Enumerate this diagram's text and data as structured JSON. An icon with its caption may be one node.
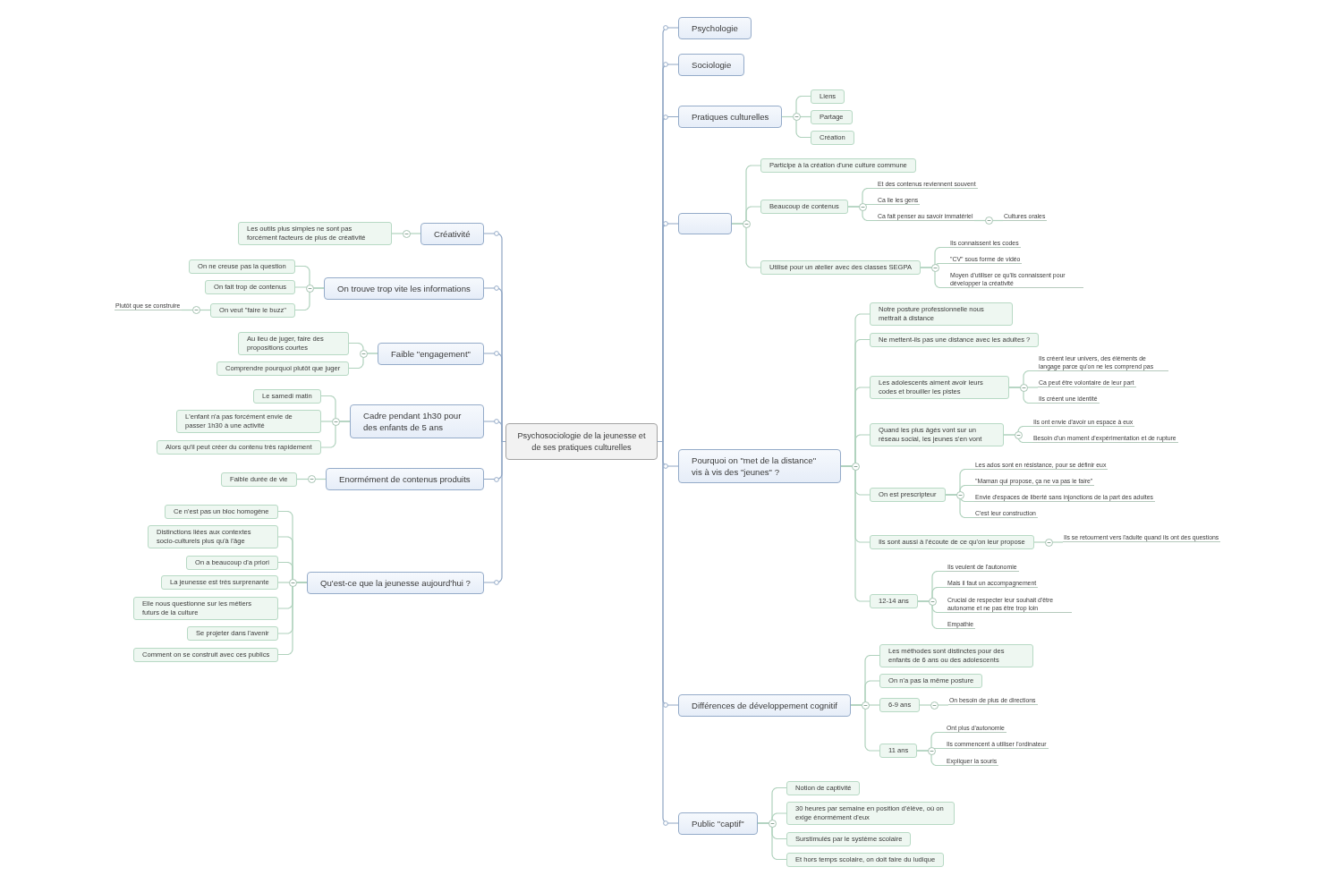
{
  "diagram": {
    "nodes": [
      {
        "text": [
          "Psychosociologie de la jeunesse et de ses pratiques culturelles"
        ]
      },
      {
        "text": [
          "Créativité"
        ]
      },
      {
        "text": [
          "Les outils plus simples ne sont pas forcément facteurs de plus de créativité"
        ]
      },
      {
        "text": [
          "On trouve trop vite les informations"
        ]
      },
      {
        "text": [
          "On ne creuse pas la question"
        ]
      },
      {
        "text": [
          "On fait trop de contenus"
        ]
      },
      {
        "text": [
          "On veut \"faire le buzz\""
        ]
      },
      {
        "text": [
          "Plutôt que se construire"
        ]
      },
      {
        "text": [
          "Faible \"engagement\""
        ]
      },
      {
        "text": [
          "Au lieu de juger, faire des propositions courtes"
        ]
      },
      {
        "text": [
          "Comprendre pourquoi plutôt que juger"
        ]
      },
      {
        "text": [
          "Cadre pendant 1h30 pour des enfants de 5 ans"
        ]
      },
      {
        "text": [
          "Le samedi matin"
        ]
      },
      {
        "text": [
          "L'enfant n'a pas forcément envie de passer 1h30 à une activité"
        ]
      },
      {
        "text": [
          "Alors qu'il peut créer du contenu très rapidement"
        ]
      },
      {
        "text": [
          "Enormément de contenus produits"
        ]
      },
      {
        "text": [
          "Faible durée de vie"
        ]
      },
      {
        "text": [
          "Qu'est-ce que la jeunesse aujourd'hui ?"
        ]
      },
      {
        "text": [
          "Ce n'est pas un bloc homogène"
        ]
      },
      {
        "text": [
          "Distinctions liées aux contextes socio-culturels plus qu'à l'âge"
        ]
      },
      {
        "text": [
          "On a beaucoup d'a priori"
        ]
      },
      {
        "text": [
          "La jeunesse est très surprenante"
        ]
      },
      {
        "text": [
          "Elle nous questionne sur les métiers futurs de la culture"
        ]
      },
      {
        "text": [
          "Se projeter dans l'avenir"
        ]
      },
      {
        "text": [
          "Comment on se construit avec ces publics"
        ]
      },
      {
        "text": [
          "Psychologie"
        ]
      },
      {
        "text": [
          "Sociologie"
        ]
      },
      {
        "text": [
          "Pratiques culturelles"
        ]
      },
      {
        "text": [
          "Liens"
        ]
      },
      {
        "text": [
          "Partage"
        ]
      },
      {
        "text": [
          "Création"
        ]
      },
      {
        "text": [],
        "shape": "box"
      },
      {
        "text": [
          "Participe à la création d'une culture commune"
        ]
      },
      {
        "text": [
          "Beaucoup de contenus"
        ]
      },
      {
        "text": [
          "Et des contenus reviennent souvent"
        ]
      },
      {
        "text": [
          "Ca lie les gens"
        ]
      },
      {
        "text": [
          "Ca fait penser au savoir immatériel"
        ]
      },
      {
        "text": [
          "Cultures orales"
        ]
      },
      {
        "text": [
          "Utilisé pour un atelier avec des classes SEGPA"
        ]
      },
      {
        "text": [
          "Ils connaissent les codes"
        ]
      },
      {
        "text": [
          "\"CV\" sous forme de vidéo"
        ]
      },
      {
        "text": [
          "Moyen d'utiliser ce qu'ils connaissent pour développer la créativité"
        ]
      },
      {
        "text": [
          "Pourquoi on \"met de la distance\" vis à vis des \"jeunes\" ?"
        ]
      },
      {
        "text": [
          "Notre posture professionnelle nous mettrait à distance"
        ]
      },
      {
        "text": [
          "Ne mettent-ils pas une distance avec les adultes ?"
        ]
      },
      {
        "text": [
          "Les adolescents aiment avoir leurs codes et brouiller les pistes"
        ]
      },
      {
        "text": [
          "Ils créent leur univers, des éléments de langage parce qu'on ne les comprend pas"
        ]
      },
      {
        "text": [
          "Ca peut être volontaire de leur part"
        ]
      },
      {
        "text": [
          "Ils créent une identité"
        ]
      },
      {
        "text": [
          "Quand les plus âgés vont sur un réseau social, les jeunes s'en vont"
        ]
      },
      {
        "text": [
          "Ils ont envie d'avoir un espace à eux"
        ]
      },
      {
        "text": [
          "Besoin d'un moment d'expérimentation et de rupture"
        ]
      },
      {
        "text": [
          "On est prescripteur"
        ]
      },
      {
        "text": [
          "Les ados sont en résistance, pour se définir eux"
        ]
      },
      {
        "text": [
          "\"Maman qui propose, ça ne va pas le faire\""
        ]
      },
      {
        "text": [
          "Envie d'espaces de liberté sans injonctions de la part des adultes"
        ]
      },
      {
        "text": [
          "C'est leur construction"
        ]
      },
      {
        "text": [
          "Ils sont aussi à l'écoute de ce qu'on leur propose"
        ]
      },
      {
        "text": [
          "Ils se retournent vers l'adulte quand ils ont des questions"
        ]
      },
      {
        "text": [
          "12-14 ans"
        ]
      },
      {
        "text": [
          "Ils veulent de l'autonomie"
        ]
      },
      {
        "text": [
          "Mais il faut un accompagnement"
        ]
      },
      {
        "text": [
          "Crucial de respecter leur souhait d'être autonome et ne pas être trop loin"
        ]
      },
      {
        "text": [
          "Empathie"
        ]
      },
      {
        "text": [
          "Différences de développement cognitif"
        ]
      },
      {
        "text": [
          "Les méthodes sont distinctes pour des enfants de 6 ans ou des adolescents"
        ]
      },
      {
        "text": [
          "On n'a pas la même posture"
        ]
      },
      {
        "text": [
          "6-9 ans"
        ]
      },
      {
        "text": [
          "On besoin de plus de directions"
        ]
      },
      {
        "text": [
          "11 ans"
        ]
      },
      {
        "text": [
          "Ont plus d'autonomie"
        ]
      },
      {
        "text": [
          "Ils commencent à utiliser l'ordinateur"
        ]
      },
      {
        "text": [
          "Expliquer la souris"
        ]
      },
      {
        "text": [
          "Public \"captif\""
        ]
      },
      {
        "text": [
          "Notion de captivité"
        ]
      },
      {
        "text": [
          "30 heures par semaine en position d'élève, où on exige énormément d'eux"
        ]
      },
      {
        "text": [
          "Surstimulés par le système scolaire"
        ]
      },
      {
        "text": [
          "Et hors temps scolaire, on doit faire du ludique"
        ]
      }
    ],
    "edges": [
      {
        "from": 0,
        "to": 1,
        "arrow": "none",
        "color": "#8fa6c4"
      },
      {
        "from": 0,
        "to": 3,
        "arrow": "none",
        "color": "#8fa6c4"
      },
      {
        "from": 0,
        "to": 8,
        "arrow": "none",
        "color": "#8fa6c4"
      },
      {
        "from": 0,
        "to": 11,
        "arrow": "none",
        "color": "#8fa6c4"
      },
      {
        "from": 0,
        "to": 15,
        "arrow": "none",
        "color": "#8fa6c4"
      },
      {
        "from": 0,
        "to": 17,
        "arrow": "none",
        "color": "#8fa6c4"
      },
      {
        "from": 0,
        "to": 25,
        "arrow": "none",
        "color": "#8fa6c4"
      },
      {
        "from": 0,
        "to": 26,
        "arrow": "none",
        "color": "#8fa6c4"
      },
      {
        "from": 0,
        "to": 27,
        "arrow": "none",
        "color": "#8fa6c4"
      },
      {
        "from": 0,
        "to": 31,
        "arrow": "none",
        "color": "#8fa6c4"
      },
      {
        "from": 0,
        "to": 42,
        "arrow": "none",
        "color": "#8fa6c4"
      },
      {
        "from": 0,
        "to": 64,
        "arrow": "none",
        "color": "#8fa6c4"
      },
      {
        "from": 0,
        "to": 73,
        "arrow": "none",
        "color": "#8fa6c4"
      },
      {
        "from": 1,
        "to": 2,
        "arrow": "none"
      },
      {
        "from": 3,
        "to": 4,
        "arrow": "none"
      },
      {
        "from": 3,
        "to": 5,
        "arrow": "none"
      },
      {
        "from": 3,
        "to": 6,
        "arrow": "none"
      },
      {
        "from": 6,
        "to": 7,
        "arrow": "none"
      },
      {
        "from": 8,
        "to": 9,
        "arrow": "none"
      },
      {
        "from": 8,
        "to": 10,
        "arrow": "none"
      },
      {
        "from": 11,
        "to": 12,
        "arrow": "none"
      },
      {
        "from": 11,
        "to": 13,
        "arrow": "none"
      },
      {
        "from": 11,
        "to": 14,
        "arrow": "none"
      },
      {
        "from": 15,
        "to": 16,
        "arrow": "none"
      },
      {
        "from": 17,
        "to": 18,
        "arrow": "none"
      },
      {
        "from": 17,
        "to": 19,
        "arrow": "none"
      },
      {
        "from": 17,
        "to": 20,
        "arrow": "none"
      },
      {
        "from": 17,
        "to": 21,
        "arrow": "none"
      },
      {
        "from": 17,
        "to": 22,
        "arrow": "none"
      },
      {
        "from": 17,
        "to": 23,
        "arrow": "none"
      },
      {
        "from": 17,
        "to": 24,
        "arrow": "none"
      },
      {
        "from": 27,
        "to": 28,
        "arrow": "none"
      },
      {
        "from": 27,
        "to": 29,
        "arrow": "none"
      },
      {
        "from": 27,
        "to": 30,
        "arrow": "none"
      },
      {
        "from": 31,
        "to": 32,
        "arrow": "none"
      },
      {
        "from": 31,
        "to": 33,
        "arrow": "none"
      },
      {
        "from": 31,
        "to": 38,
        "arrow": "none"
      },
      {
        "from": 33,
        "to": 34,
        "arrow": "none"
      },
      {
        "from": 33,
        "to": 35,
        "arrow": "none"
      },
      {
        "from": 33,
        "to": 36,
        "arrow": "none"
      },
      {
        "from": 36,
        "to": 37,
        "arrow": "none"
      },
      {
        "from": 38,
        "to": 39,
        "arrow": "none"
      },
      {
        "from": 38,
        "to": 40,
        "arrow": "none"
      },
      {
        "from": 38,
        "to": 41,
        "arrow": "none"
      },
      {
        "from": 42,
        "to": 43,
        "arrow": "none"
      },
      {
        "from": 42,
        "to": 44,
        "arrow": "none"
      },
      {
        "from": 42,
        "to": 45,
        "arrow": "none"
      },
      {
        "from": 42,
        "to": 49,
        "arrow": "none"
      },
      {
        "from": 42,
        "to": 52,
        "arrow": "none"
      },
      {
        "from": 42,
        "to": 57,
        "arrow": "none"
      },
      {
        "from": 42,
        "to": 59,
        "arrow": "none"
      },
      {
        "from": 45,
        "to": 46,
        "arrow": "none"
      },
      {
        "from": 45,
        "to": 47,
        "arrow": "none"
      },
      {
        "from": 45,
        "to": 48,
        "arrow": "none"
      },
      {
        "from": 49,
        "to": 50,
        "arrow": "none"
      },
      {
        "from": 49,
        "to": 51,
        "arrow": "none"
      },
      {
        "from": 52,
        "to": 53,
        "arrow": "none"
      },
      {
        "from": 52,
        "to": 54,
        "arrow": "none"
      },
      {
        "from": 52,
        "to": 55,
        "arrow": "none"
      },
      {
        "from": 52,
        "to": 56,
        "arrow": "none"
      },
      {
        "from": 57,
        "to": 58,
        "arrow": "none"
      },
      {
        "from": 59,
        "to": 60,
        "arrow": "none"
      },
      {
        "from": 59,
        "to": 61,
        "arrow": "none"
      },
      {
        "from": 59,
        "to": 62,
        "arrow": "none"
      },
      {
        "from": 59,
        "to": 63,
        "arrow": "none"
      },
      {
        "from": 64,
        "to": 65,
        "arrow": "none"
      },
      {
        "from": 64,
        "to": 66,
        "arrow": "none"
      },
      {
        "from": 64,
        "to": 67,
        "arrow": "none"
      },
      {
        "from": 64,
        "to": 69,
        "arrow": "none"
      },
      {
        "from": 67,
        "to": 68,
        "arrow": "none"
      },
      {
        "from": 69,
        "to": 70,
        "arrow": "none"
      },
      {
        "from": 69,
        "to": 71,
        "arrow": "none"
      },
      {
        "from": 69,
        "to": 72,
        "arrow": "none"
      },
      {
        "from": 73,
        "to": 74,
        "arrow": "none"
      },
      {
        "from": 73,
        "to": 75,
        "arrow": "none"
      },
      {
        "from": 73,
        "to": 76,
        "arrow": "none"
      },
      {
        "from": 73,
        "to": 77,
        "arrow": "none"
      }
    ]
  }
}
